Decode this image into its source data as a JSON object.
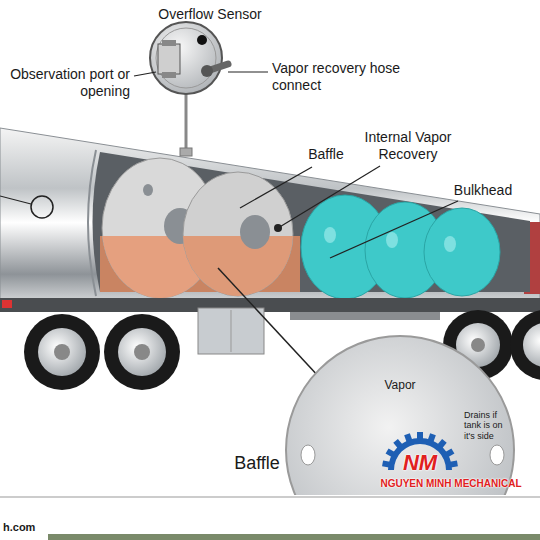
{
  "diagram": {
    "nodes": [
      {
        "text": [
          "Vapor",
          "Drains if tank is on it's side"
        ]
      }
    ],
    "labels": [
      "Overflow Sensor",
      "Observation port or opening",
      "Vapor recovery hose connect",
      "Baffle",
      "Internal Vapor Recovery",
      "Bulkhead",
      "Baffle",
      "NM",
      "NGUYEN MINH MECHANICAL",
      "h.com"
    ]
  }
}
